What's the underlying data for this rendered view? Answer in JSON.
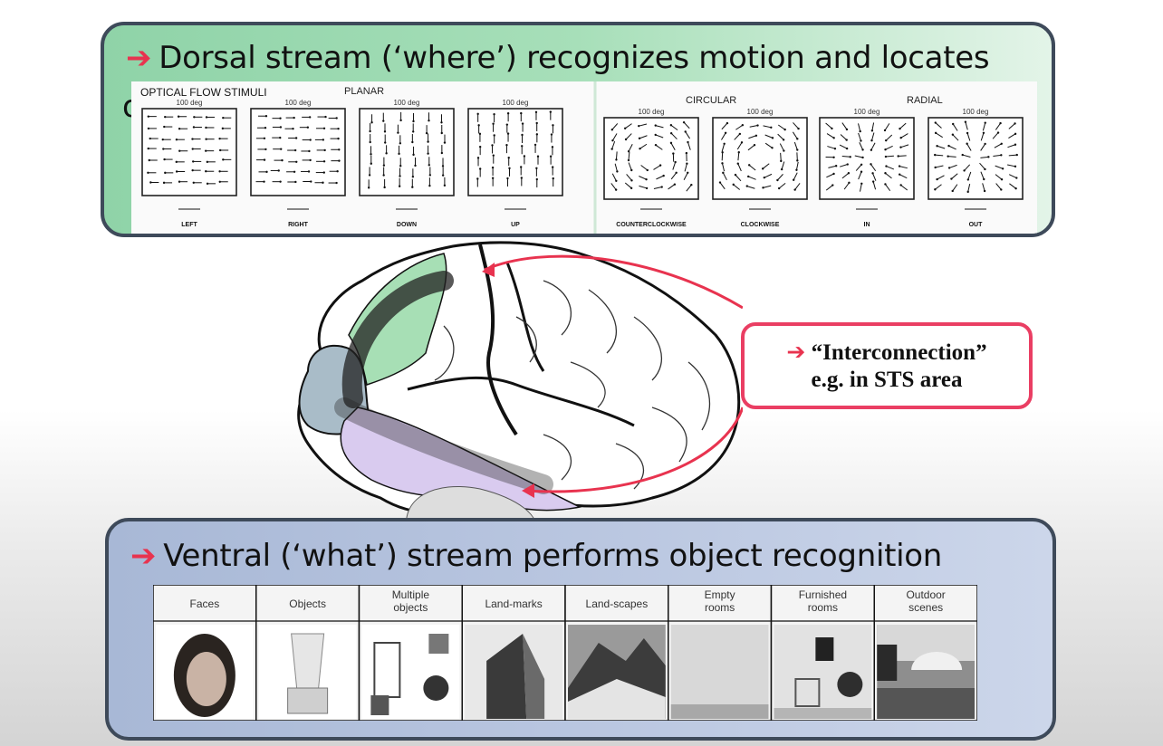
{
  "dorsal": {
    "headline": "Dorsal stream (‘where’) recognizes motion and locates",
    "line2_stub": "o",
    "figure": {
      "title": "OPTICAL FLOW STIMULI",
      "groups": [
        "PLANAR",
        "CIRCULAR",
        "RADIAL"
      ],
      "scale_label": "100 deg",
      "panels": [
        {
          "label": "LEFT",
          "pattern": "left"
        },
        {
          "label": "RIGHT",
          "pattern": "right"
        },
        {
          "label": "DOWN",
          "pattern": "down"
        },
        {
          "label": "UP",
          "pattern": "up"
        },
        {
          "label": "COUNTERCLOCKWISE",
          "pattern": "ccw"
        },
        {
          "label": "CLOCKWISE",
          "pattern": "cw"
        },
        {
          "label": "IN",
          "pattern": "in"
        },
        {
          "label": "OUT",
          "pattern": "out"
        }
      ]
    }
  },
  "callout": {
    "line1": "“Interconnection”",
    "line2": "e.g. in STS area"
  },
  "ventral": {
    "headline": "Ventral (‘what’) stream performs object recognition",
    "categories": [
      {
        "label": "Faces",
        "icon": "face-photo"
      },
      {
        "label": "Objects",
        "icon": "blender-photo"
      },
      {
        "label": "Multiple objects",
        "icon": "multiple-objects-photo"
      },
      {
        "label": "Land-marks",
        "icon": "building-photo"
      },
      {
        "label": "Land-scapes",
        "icon": "mountain-photo"
      },
      {
        "label": "Empty rooms",
        "icon": "empty-room-photo"
      },
      {
        "label": "Furnished rooms",
        "icon": "furnished-room-photo"
      },
      {
        "label": "Outdoor scenes",
        "icon": "outdoor-scene-photo"
      }
    ]
  },
  "colors": {
    "accent": "#e8334f",
    "dorsal": "#a7dfb9",
    "ventral": "#b9c6e0",
    "panel_border": "#3e4a5a"
  }
}
